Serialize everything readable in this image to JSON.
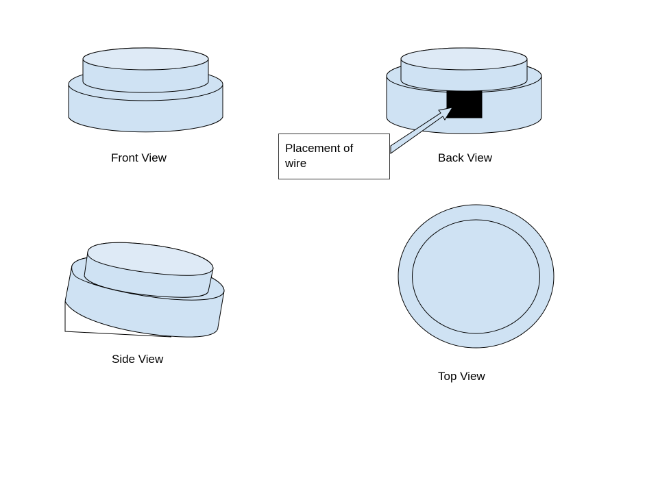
{
  "views": {
    "front": "Front View",
    "back": "Back View",
    "side": "Side View",
    "top": "Top View"
  },
  "callout": {
    "line1": "Placement of",
    "line2": "wire"
  },
  "colors": {
    "fill": "#cfe2f3",
    "fill_light": "#deeaf6",
    "stroke": "#000000",
    "wire": "#000000"
  }
}
